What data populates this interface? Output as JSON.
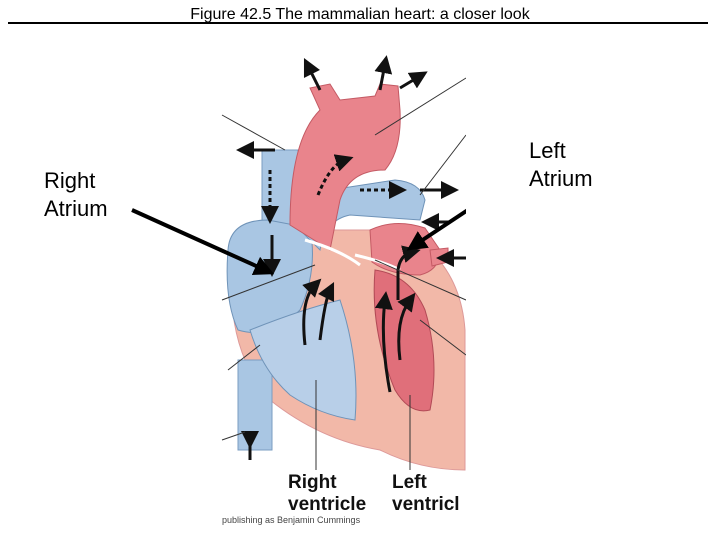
{
  "title": "Figure 42.5 The mammalian heart: a closer look",
  "labels": {
    "right_atrium": [
      "Right",
      "Atrium"
    ],
    "left_atrium": [
      "Left",
      "Atrium"
    ],
    "right_ventricle": [
      "Right",
      "ventricle"
    ],
    "left_ventricle": [
      "Left",
      "ventricl"
    ]
  },
  "credit": "publishing as Benjamin Cummings",
  "colors": {
    "oxygen_poor": "#a9c6e3",
    "oxygen_rich": "#e9848c",
    "muscle": "#f2b8a8",
    "arrow": "#000000"
  }
}
